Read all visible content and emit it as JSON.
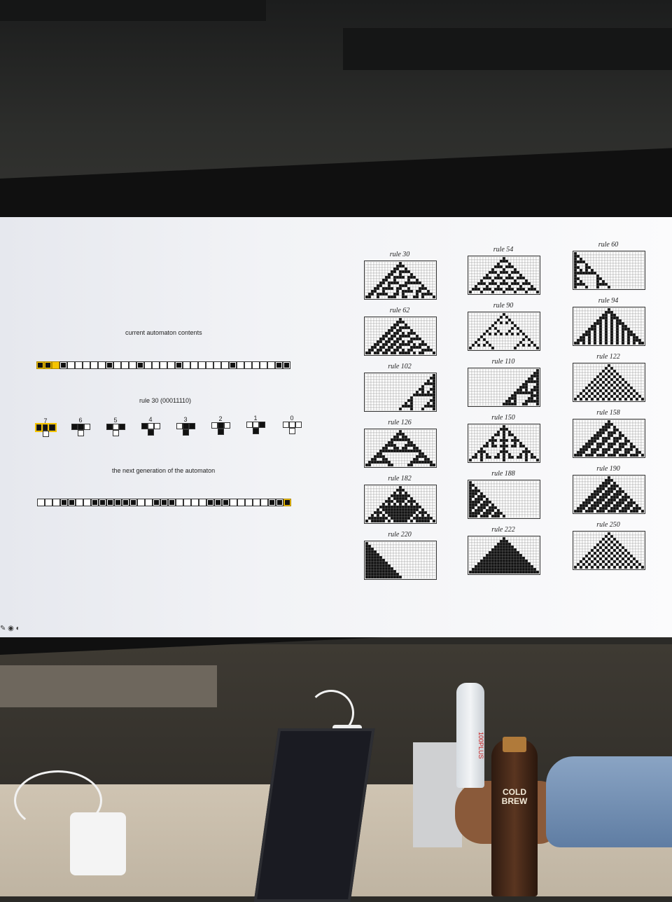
{
  "slide": {
    "current_label": "current automaton contents",
    "rule_label": "rule 30 (00011110)",
    "next_label": "the next generation of the automaton",
    "current_tape": [
      1,
      1,
      0,
      1,
      0,
      0,
      0,
      0,
      0,
      1,
      0,
      0,
      0,
      1,
      0,
      0,
      0,
      0,
      1,
      0,
      0,
      0,
      0,
      0,
      0,
      1,
      0,
      0,
      0,
      0,
      0,
      1,
      1
    ],
    "next_tape": [
      0,
      0,
      0,
      1,
      1,
      0,
      0,
      1,
      1,
      1,
      1,
      1,
      1,
      0,
      0,
      1,
      1,
      1,
      0,
      0,
      0,
      0,
      1,
      1,
      1,
      0,
      0,
      0,
      0,
      0,
      1,
      1,
      1
    ],
    "neighborhoods": [
      {
        "num": "7",
        "cells": [
          1,
          1,
          1
        ],
        "result": 0
      },
      {
        "num": "6",
        "cells": [
          1,
          1,
          0
        ],
        "result": 0
      },
      {
        "num": "5",
        "cells": [
          1,
          0,
          1
        ],
        "result": 0
      },
      {
        "num": "4",
        "cells": [
          1,
          0,
          0
        ],
        "result": 1
      },
      {
        "num": "3",
        "cells": [
          0,
          1,
          1
        ],
        "result": 1
      },
      {
        "num": "2",
        "cells": [
          0,
          1,
          0
        ],
        "result": 1
      },
      {
        "num": "1",
        "cells": [
          0,
          0,
          1
        ],
        "result": 1
      },
      {
        "num": "0",
        "cells": [
          0,
          0,
          0
        ],
        "result": 0
      }
    ],
    "rules": [
      {
        "label": "rule 30",
        "rule": 30
      },
      {
        "label": "rule 54",
        "rule": 54
      },
      {
        "label": "rule 60",
        "rule": 60
      },
      {
        "label": "rule 62",
        "rule": 62
      },
      {
        "label": "rule 90",
        "rule": 90
      },
      {
        "label": "rule 94",
        "rule": 94
      },
      {
        "label": "rule 102",
        "rule": 102
      },
      {
        "label": "rule 110",
        "rule": 110
      },
      {
        "label": "rule 122",
        "rule": 122
      },
      {
        "label": "rule 126",
        "rule": 126
      },
      {
        "label": "rule 150",
        "rule": 150
      },
      {
        "label": "rule 158",
        "rule": 158
      },
      {
        "label": "rule 182",
        "rule": 182
      },
      {
        "label": "rule 188",
        "rule": 188
      },
      {
        "label": "rule 190",
        "rule": 190
      },
      {
        "label": "rule 220",
        "rule": 220
      },
      {
        "label": "rule 222",
        "rule": 222
      },
      {
        "label": "rule 250",
        "rule": 250
      }
    ]
  },
  "room": {
    "bottle1_label": "100PLUS",
    "bottle2_label": "COLD BREW"
  }
}
